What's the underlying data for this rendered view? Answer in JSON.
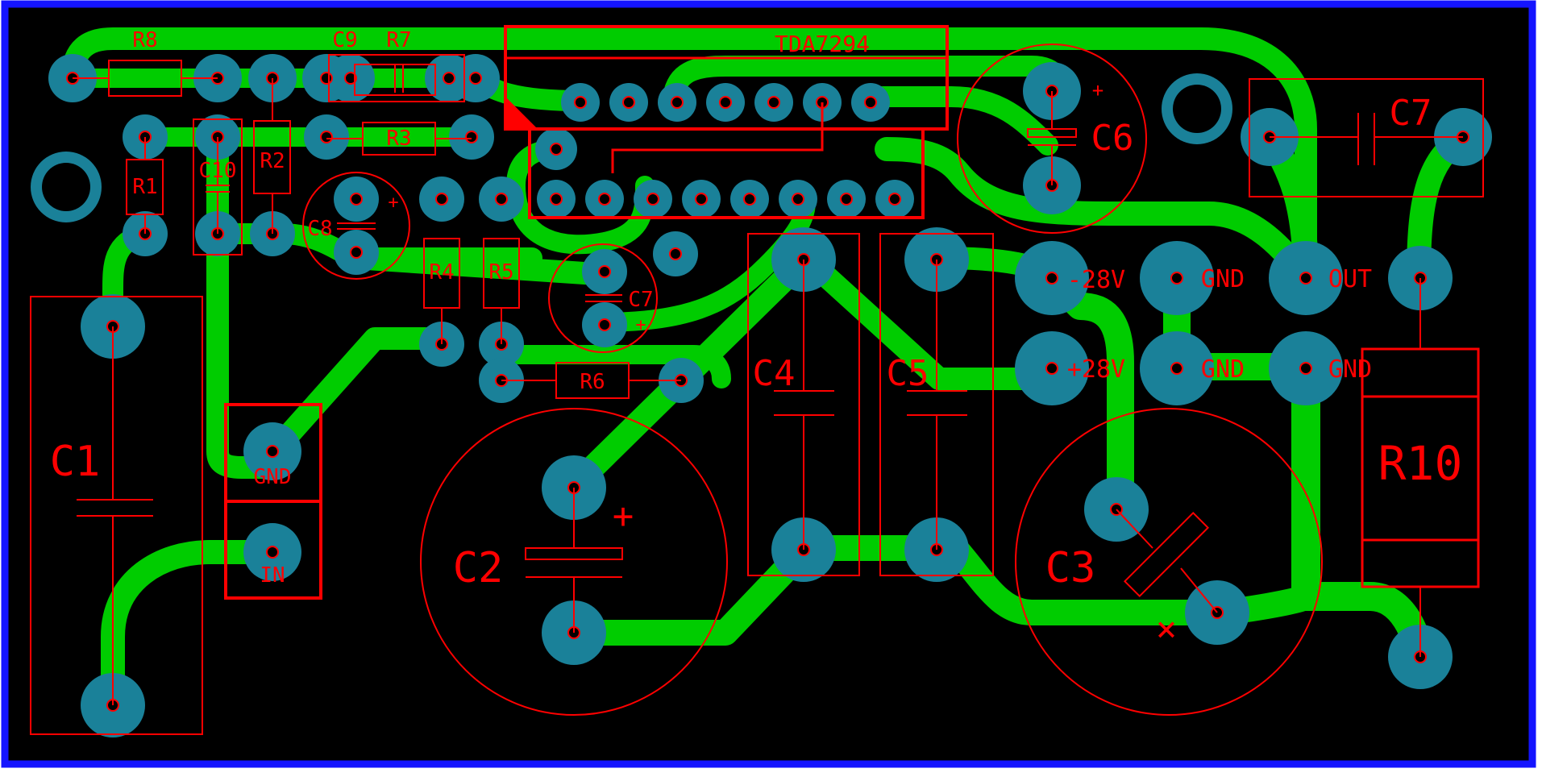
{
  "board": {
    "ic_label": "TDA7294",
    "components": {
      "r1": "R1",
      "r2": "R2",
      "r3": "R3",
      "r4": "R4",
      "r5": "R5",
      "r6": "R6",
      "r7": "R7",
      "r8": "R8",
      "r10": "R10",
      "c1": "C1",
      "c2": "C2",
      "c3": "C3",
      "c4": "C4",
      "c5": "C5",
      "c6": "C6",
      "c7_top": "C7",
      "c7_small": "C7",
      "c8": "C8",
      "c9": "C9",
      "c10": "C10"
    },
    "connectors": {
      "input_gnd": "GND",
      "input_in": "IN",
      "neg_supply": "-28V",
      "pos_supply": "+28V",
      "gnd_a": "GND",
      "gnd_b": "GND",
      "gnd_c": "GND",
      "out": "OUT"
    },
    "symbols": {
      "c2_plus": "+",
      "c6_plus": "+",
      "c8_plus": "+",
      "c7_plus": "+",
      "c3_cross": "×"
    },
    "colors": {
      "outline": "#1414ff",
      "copper": "#00cc00",
      "pad": "#1a8199",
      "silkscreen": "#ff0000",
      "background": "#000000"
    }
  }
}
